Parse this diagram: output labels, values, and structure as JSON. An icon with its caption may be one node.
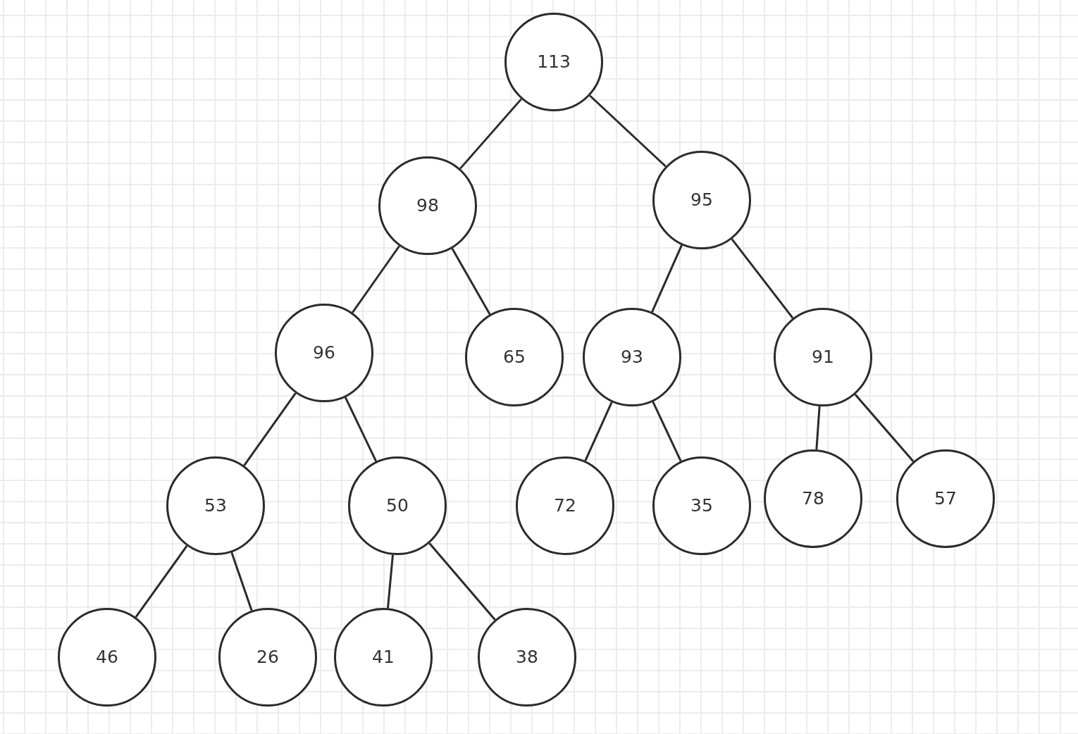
{
  "diagram": {
    "nodes": [
      {
        "text": [
          "113"
        ]
      },
      {
        "text": [
          "98"
        ]
      },
      {
        "text": [
          "95"
        ]
      },
      {
        "text": [
          "96"
        ]
      },
      {
        "text": [
          "65"
        ]
      },
      {
        "text": [
          "93"
        ]
      },
      {
        "text": [
          "91"
        ]
      },
      {
        "text": [
          "53"
        ]
      },
      {
        "text": [
          "50"
        ]
      },
      {
        "text": [
          "72"
        ]
      },
      {
        "text": [
          "35"
        ]
      },
      {
        "text": [
          "78"
        ]
      },
      {
        "text": [
          "57"
        ]
      },
      {
        "text": [
          "46"
        ]
      },
      {
        "text": [
          "26"
        ]
      },
      {
        "text": [
          "41"
        ]
      },
      {
        "text": [
          "38"
        ]
      }
    ],
    "edges": [
      {
        "from": 0,
        "to": 1,
        "arrow": "none"
      },
      {
        "from": 0,
        "to": 2,
        "arrow": "none"
      },
      {
        "from": 1,
        "to": 3,
        "arrow": "none"
      },
      {
        "from": 1,
        "to": 4,
        "arrow": "none"
      },
      {
        "from": 2,
        "to": 5,
        "arrow": "none"
      },
      {
        "from": 2,
        "to": 6,
        "arrow": "none"
      },
      {
        "from": 3,
        "to": 7,
        "arrow": "none"
      },
      {
        "from": 3,
        "to": 8,
        "arrow": "none"
      },
      {
        "from": 5,
        "to": 9,
        "arrow": "none"
      },
      {
        "from": 5,
        "to": 10,
        "arrow": "none"
      },
      {
        "from": 6,
        "to": 11,
        "arrow": "none"
      },
      {
        "from": 6,
        "to": 12,
        "arrow": "none"
      },
      {
        "from": 7,
        "to": 13,
        "arrow": "none"
      },
      {
        "from": 7,
        "to": 14,
        "arrow": "none"
      },
      {
        "from": 8,
        "to": 15,
        "arrow": "none"
      },
      {
        "from": 8,
        "to": 16,
        "arrow": "none"
      }
    ]
  }
}
